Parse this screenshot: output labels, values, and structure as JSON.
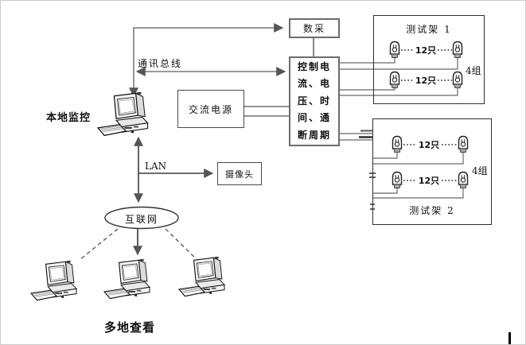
{
  "nodes": {
    "daq": {
      "label": "数采"
    },
    "controller": {
      "lines": [
        "控制电",
        "流、电",
        "压、时",
        "间、通",
        "断周期"
      ]
    },
    "ac_power": {
      "label": "交流电源"
    },
    "camera": {
      "label": "摄像头"
    },
    "local_monitor": {
      "label": "本地监控"
    },
    "internet": {
      "label": "互联网"
    },
    "multi_view": {
      "label": "多地查看"
    }
  },
  "labels": {
    "comm_bus": "通讯总线",
    "lan": "LAN"
  },
  "racks": [
    {
      "title": "测试架 1",
      "group": "4组",
      "rows": [
        {
          "count": "12只"
        },
        {
          "count": "12只"
        }
      ]
    },
    {
      "title": "测试架 2",
      "group": "4组",
      "rows": [
        {
          "count": "12只"
        },
        {
          "count": "12只"
        }
      ]
    }
  ],
  "colors": {
    "connector_gray": "#7a7a7a",
    "box_border_gray": "#6b6b6b",
    "rack_border": "#2f2f2f",
    "text": "#111111",
    "lamp_base": "#a8a8a8"
  }
}
